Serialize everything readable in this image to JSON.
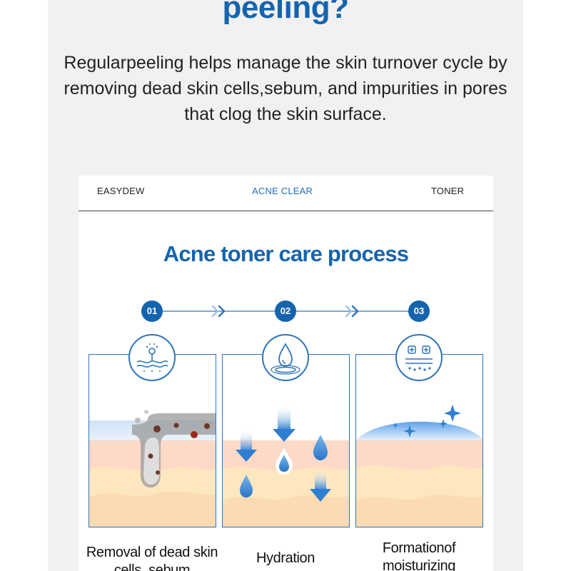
{
  "header": {
    "headline": "peeling?",
    "intro": "Regularpeeling helps manage the skin turnover cycle by removing dead skin cells,sebum, and impurities in pores that clog the skin surface."
  },
  "tabs": [
    {
      "label": "EASYDEW",
      "active": false
    },
    {
      "label": "ACNE CLEAR",
      "active": true
    },
    {
      "label": "TONER",
      "active": false
    }
  ],
  "process": {
    "title": "Acne toner care process",
    "steps": [
      {
        "number": "01",
        "icon": "pore-cleansing-icon",
        "label": "Removal of dead skin cells, sebum"
      },
      {
        "number": "02",
        "icon": "water-drop-icon",
        "label": "Hydration"
      },
      {
        "number": "03",
        "icon": "moisture-barrier-icon",
        "label": "Formationof moisturizing"
      }
    ]
  },
  "colors": {
    "brand_blue": "#1564ae",
    "skin_pink": "#fdd9c8",
    "skin_yellow": "#fde7bf",
    "background_gray": "#f1f1f1"
  }
}
